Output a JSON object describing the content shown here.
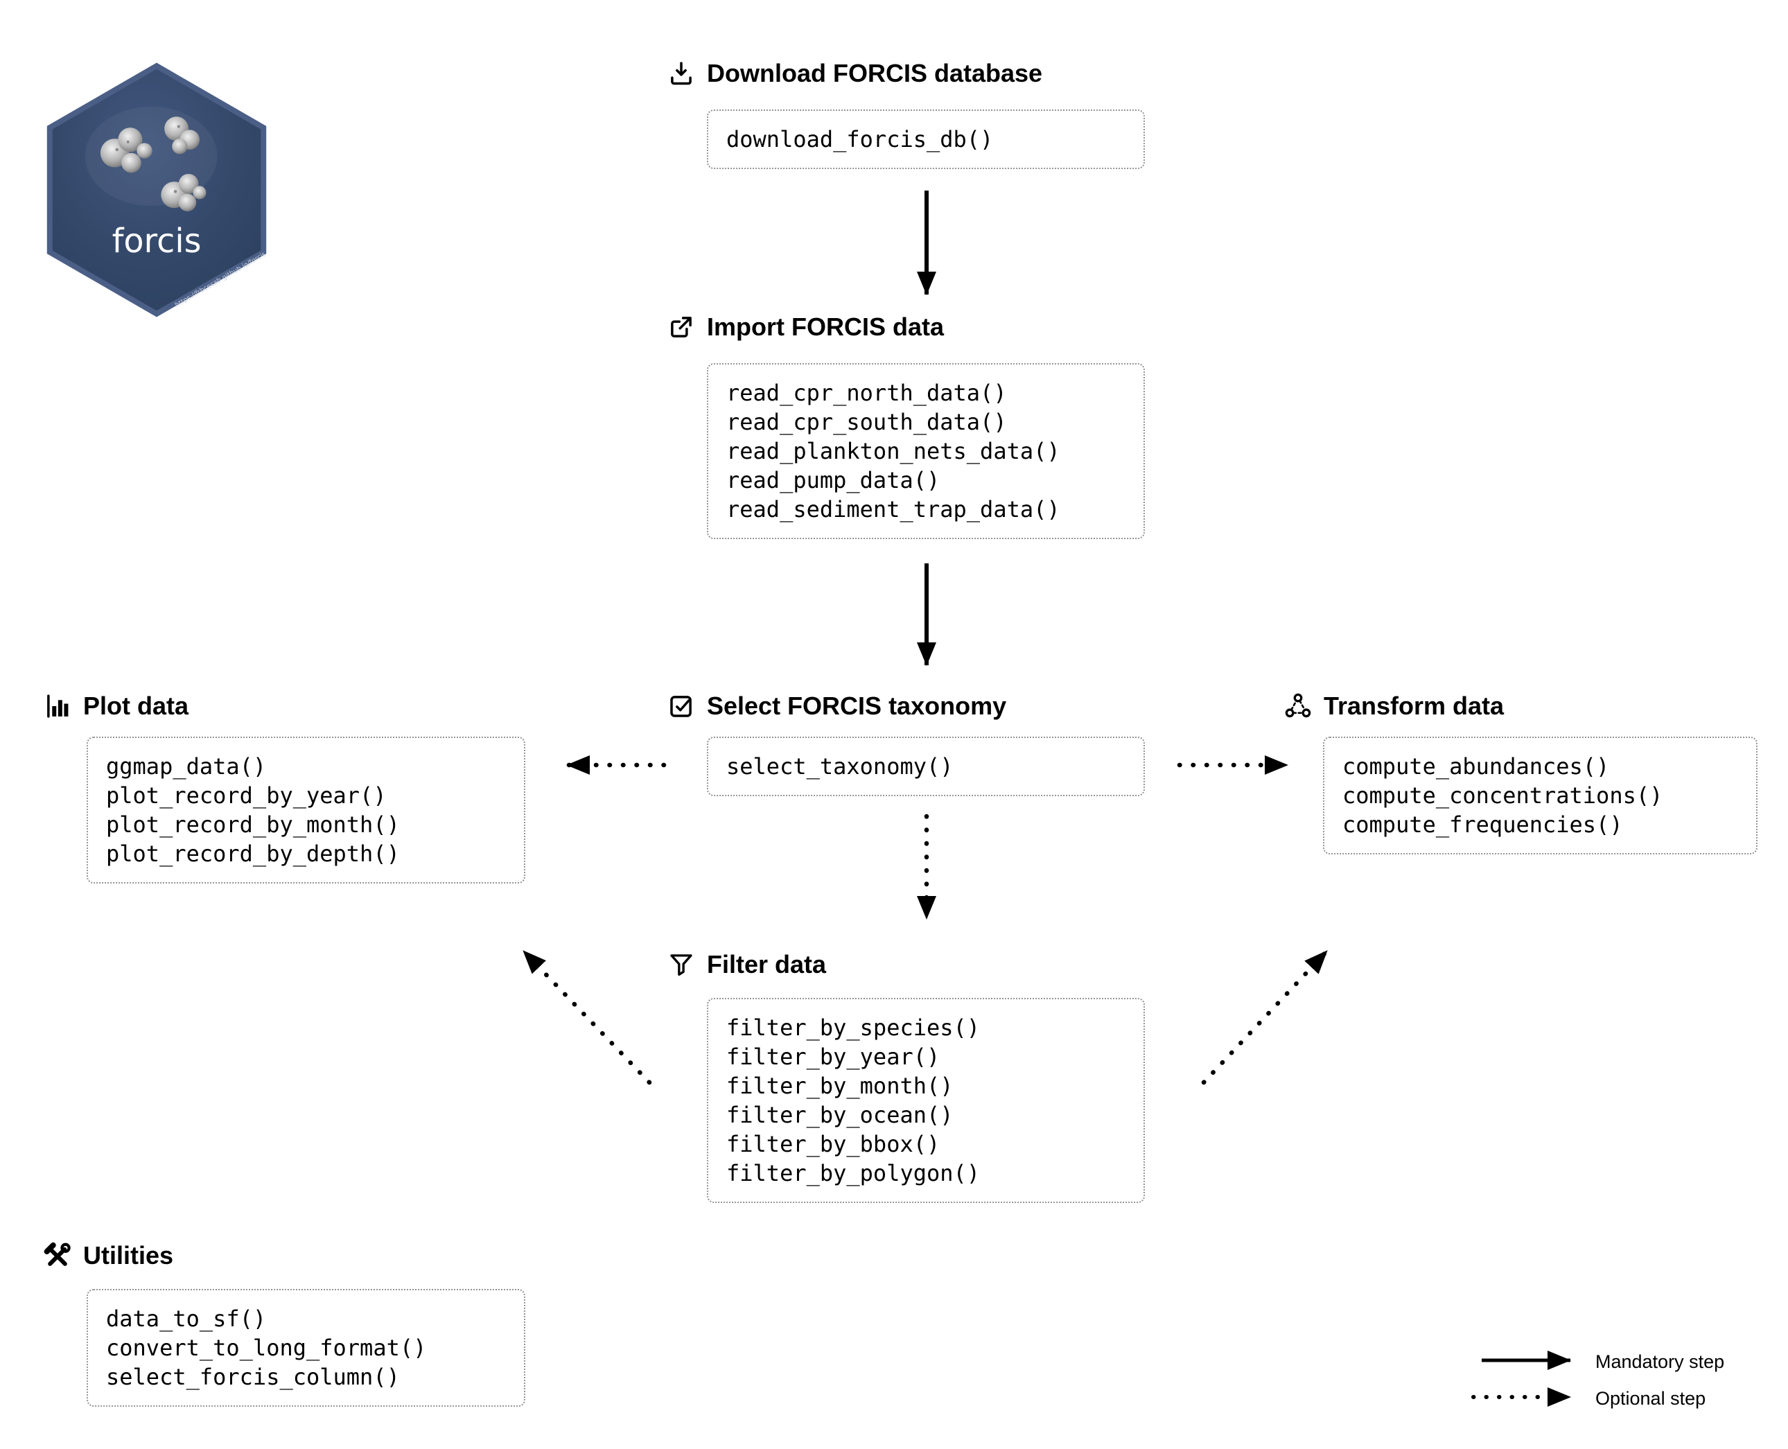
{
  "logo": {
    "label": "forcis",
    "url_text": "https://frbcesab.github.io/forcis"
  },
  "sections": {
    "download": {
      "title": "Download FORCIS database",
      "functions": [
        "download_forcis_db()"
      ]
    },
    "import": {
      "title": "Import FORCIS data",
      "functions": [
        "read_cpr_north_data()",
        "read_cpr_south_data()",
        "read_plankton_nets_data()",
        "read_pump_data()",
        "read_sediment_trap_data()"
      ]
    },
    "taxonomy": {
      "title": "Select FORCIS taxonomy",
      "functions": [
        "select_taxonomy()"
      ]
    },
    "plot": {
      "title": "Plot data",
      "functions": [
        "ggmap_data()",
        "plot_record_by_year()",
        "plot_record_by_month()",
        "plot_record_by_depth()"
      ]
    },
    "transform": {
      "title": "Transform data",
      "functions": [
        "compute_abundances()",
        "compute_concentrations()",
        "compute_frequencies()"
      ]
    },
    "filter": {
      "title": "Filter data",
      "functions": [
        "filter_by_species()",
        "filter_by_year()",
        "filter_by_month()",
        "filter_by_ocean()",
        "filter_by_bbox()",
        "filter_by_polygon()"
      ]
    },
    "utilities": {
      "title": "Utilities",
      "functions": [
        "data_to_sf()",
        "convert_to_long_format()",
        "select_forcis_column()"
      ]
    }
  },
  "legend": {
    "mandatory": "Mandatory step",
    "optional": "Optional step"
  },
  "icons": {
    "download": "download-tray-icon",
    "import": "export-arrow-icon",
    "taxonomy": "checkbox-icon",
    "plot": "bar-chart-icon",
    "transform": "molecule-cycle-icon",
    "filter": "funnel-icon",
    "utilities": "crossed-tools-icon"
  },
  "colors": {
    "hex_fill": "#33476b",
    "hex_border": "#4b5f86",
    "box_border": "#949494",
    "arrow": "#000000",
    "background": "#ffffff"
  }
}
